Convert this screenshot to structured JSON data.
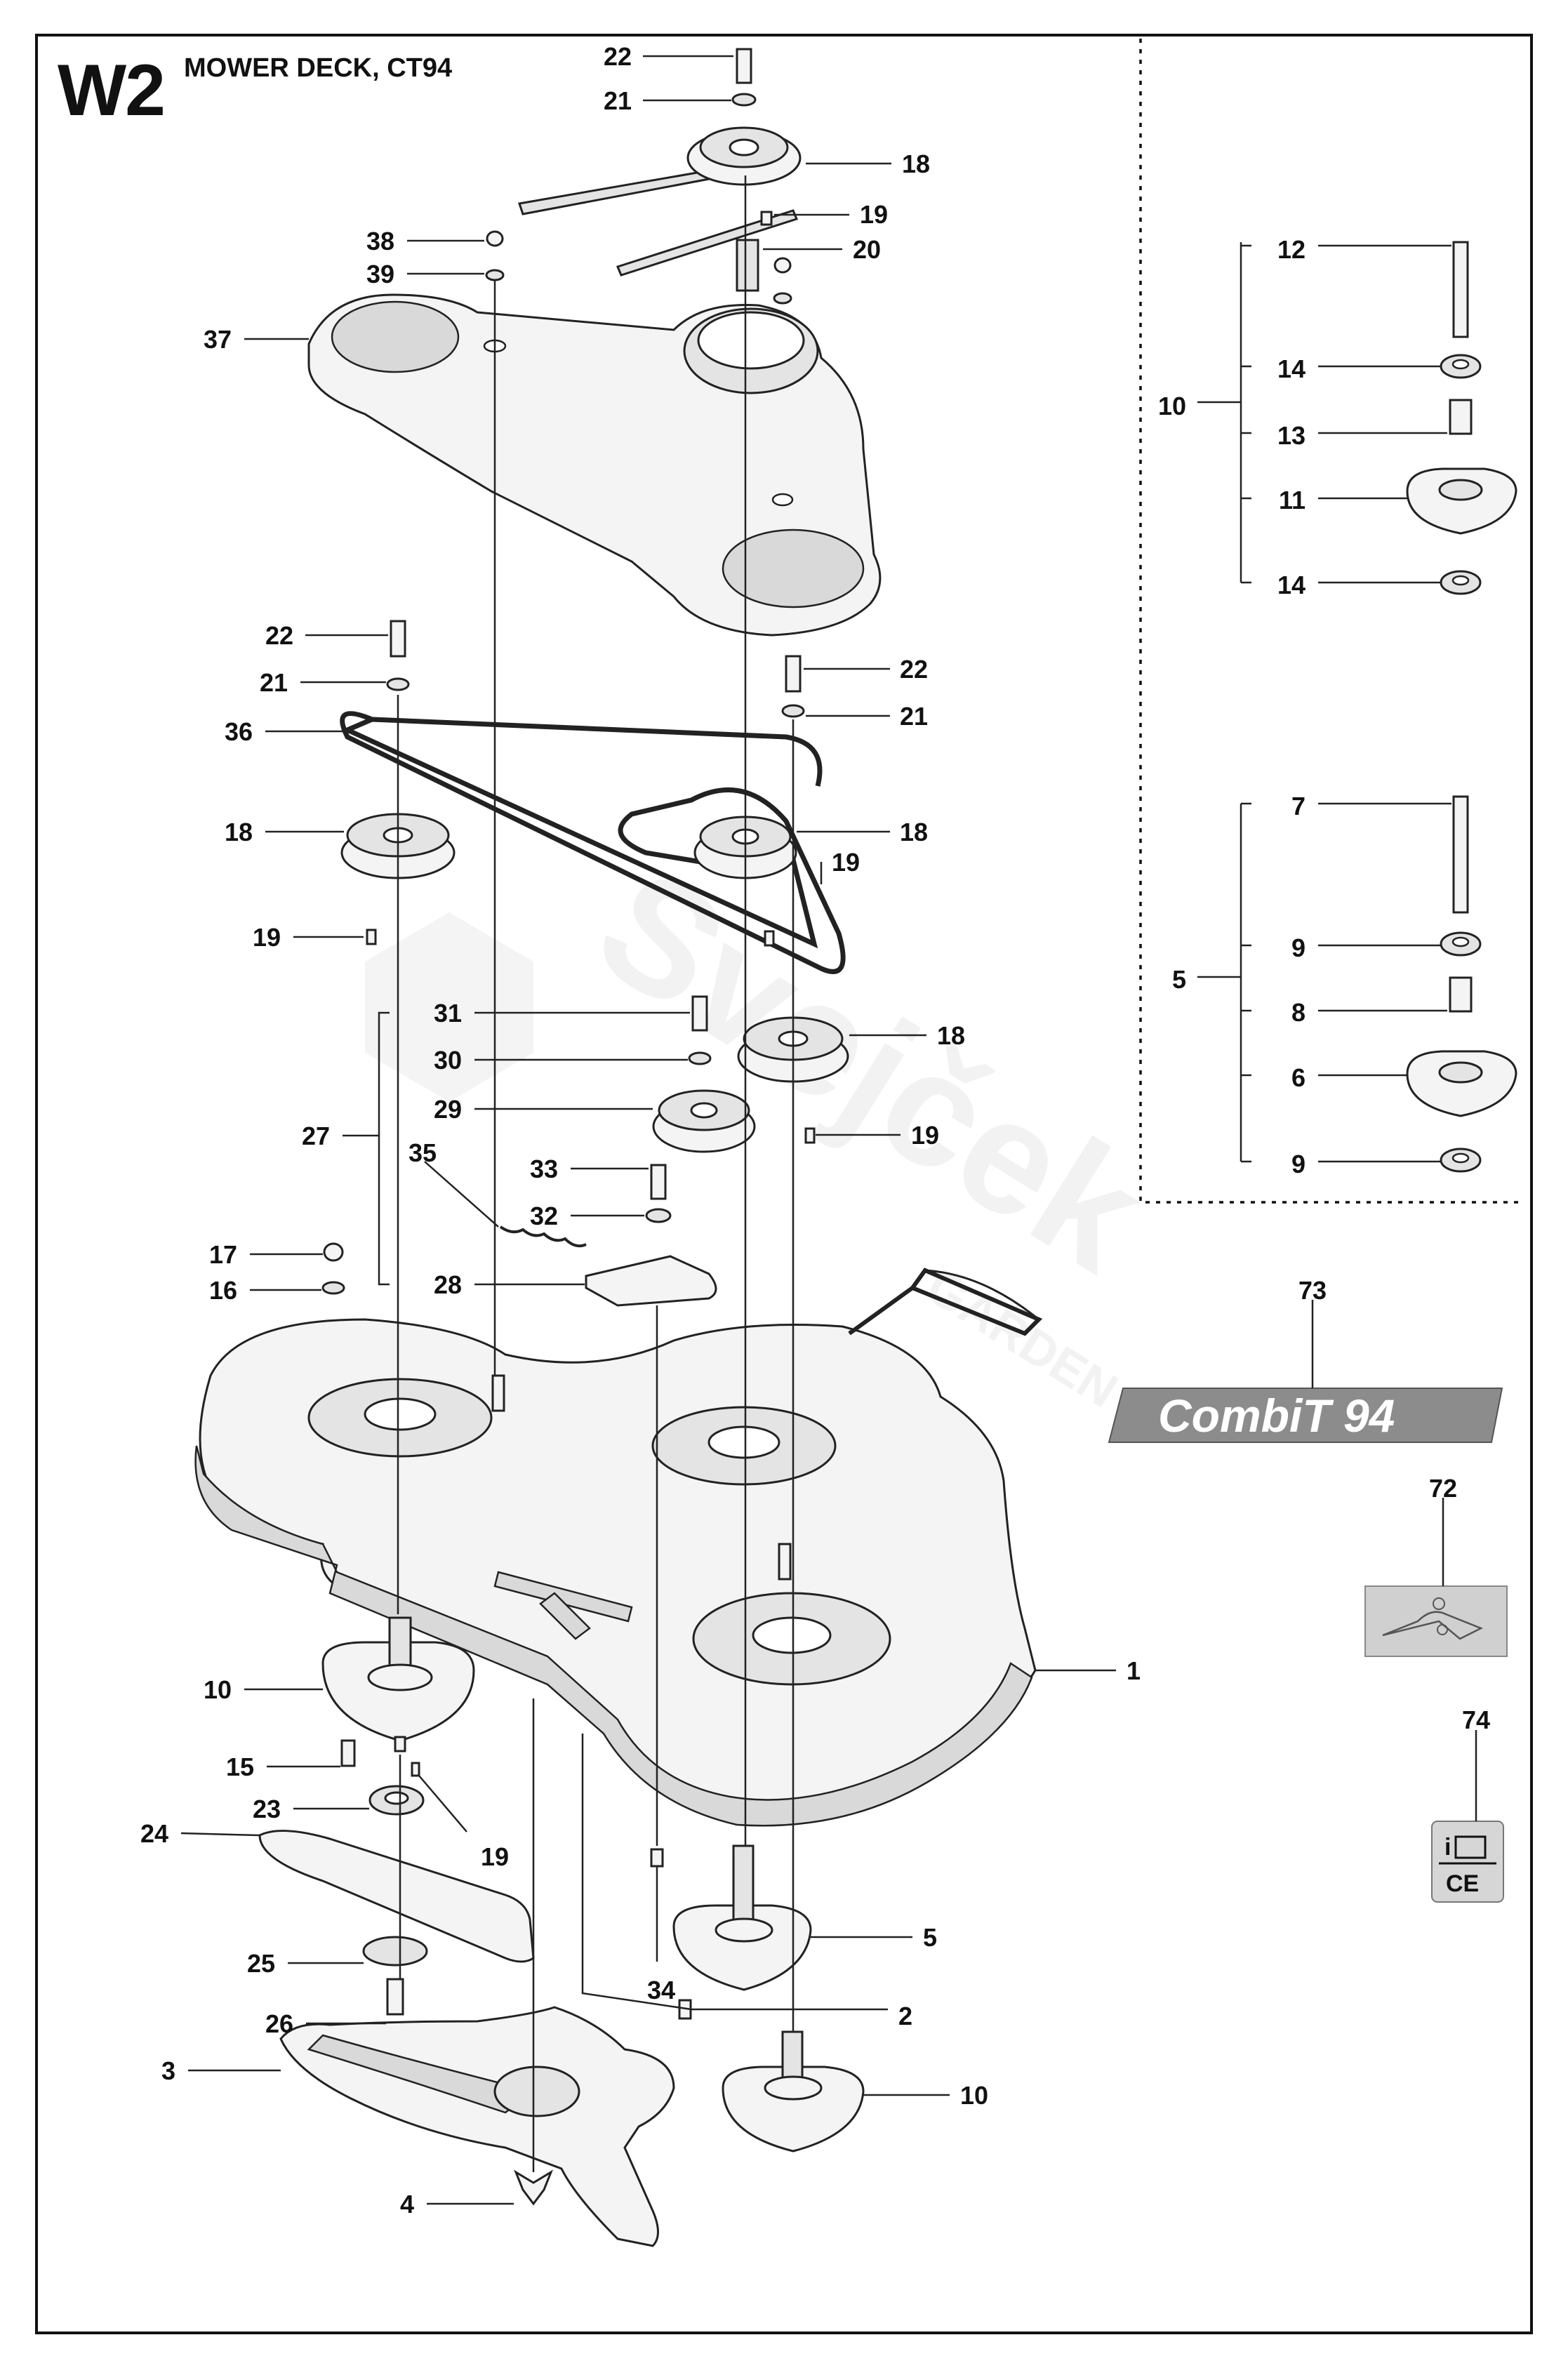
{
  "header": {
    "code": "W2",
    "title": "MOWER DECK, CT94"
  },
  "watermark": {
    "brand": "Svejček",
    "sub": "GARDEN"
  },
  "badge": {
    "text": "CombiT 94"
  },
  "ce_mark": {
    "text": "CE"
  },
  "callouts": {
    "c22a": "22",
    "c21a": "21",
    "c18a": "18",
    "c19a": "19",
    "c20": "20",
    "c38": "38",
    "c39": "39",
    "c37": "37",
    "c22b": "22",
    "c21b": "21",
    "c22c": "22",
    "c21c": "21",
    "c36": "36",
    "c18b": "18",
    "c18c": "18",
    "c19b": "19",
    "c19c": "19",
    "c31": "31",
    "c30": "30",
    "c29": "29",
    "c27": "27",
    "c18d": "18",
    "c35": "35",
    "c33": "33",
    "c32": "32",
    "c19d": "19",
    "c17": "17",
    "c16": "16",
    "c28": "28",
    "c1": "1",
    "c10a": "10",
    "c15": "15",
    "c23": "23",
    "c19e": "19",
    "c24": "24",
    "c25": "25",
    "c26": "26",
    "c3": "3",
    "c4": "4",
    "c34": "34",
    "c5a": "5",
    "c2": "2",
    "c10b": "10",
    "c12": "12",
    "c14a": "14",
    "c10c": "10",
    "c13": "13",
    "c11": "11",
    "c14b": "14",
    "c7": "7",
    "c9a": "9",
    "c5b": "5",
    "c8": "8",
    "c6": "6",
    "c9b": "9",
    "c73": "73",
    "c72": "72",
    "c74": "74"
  }
}
